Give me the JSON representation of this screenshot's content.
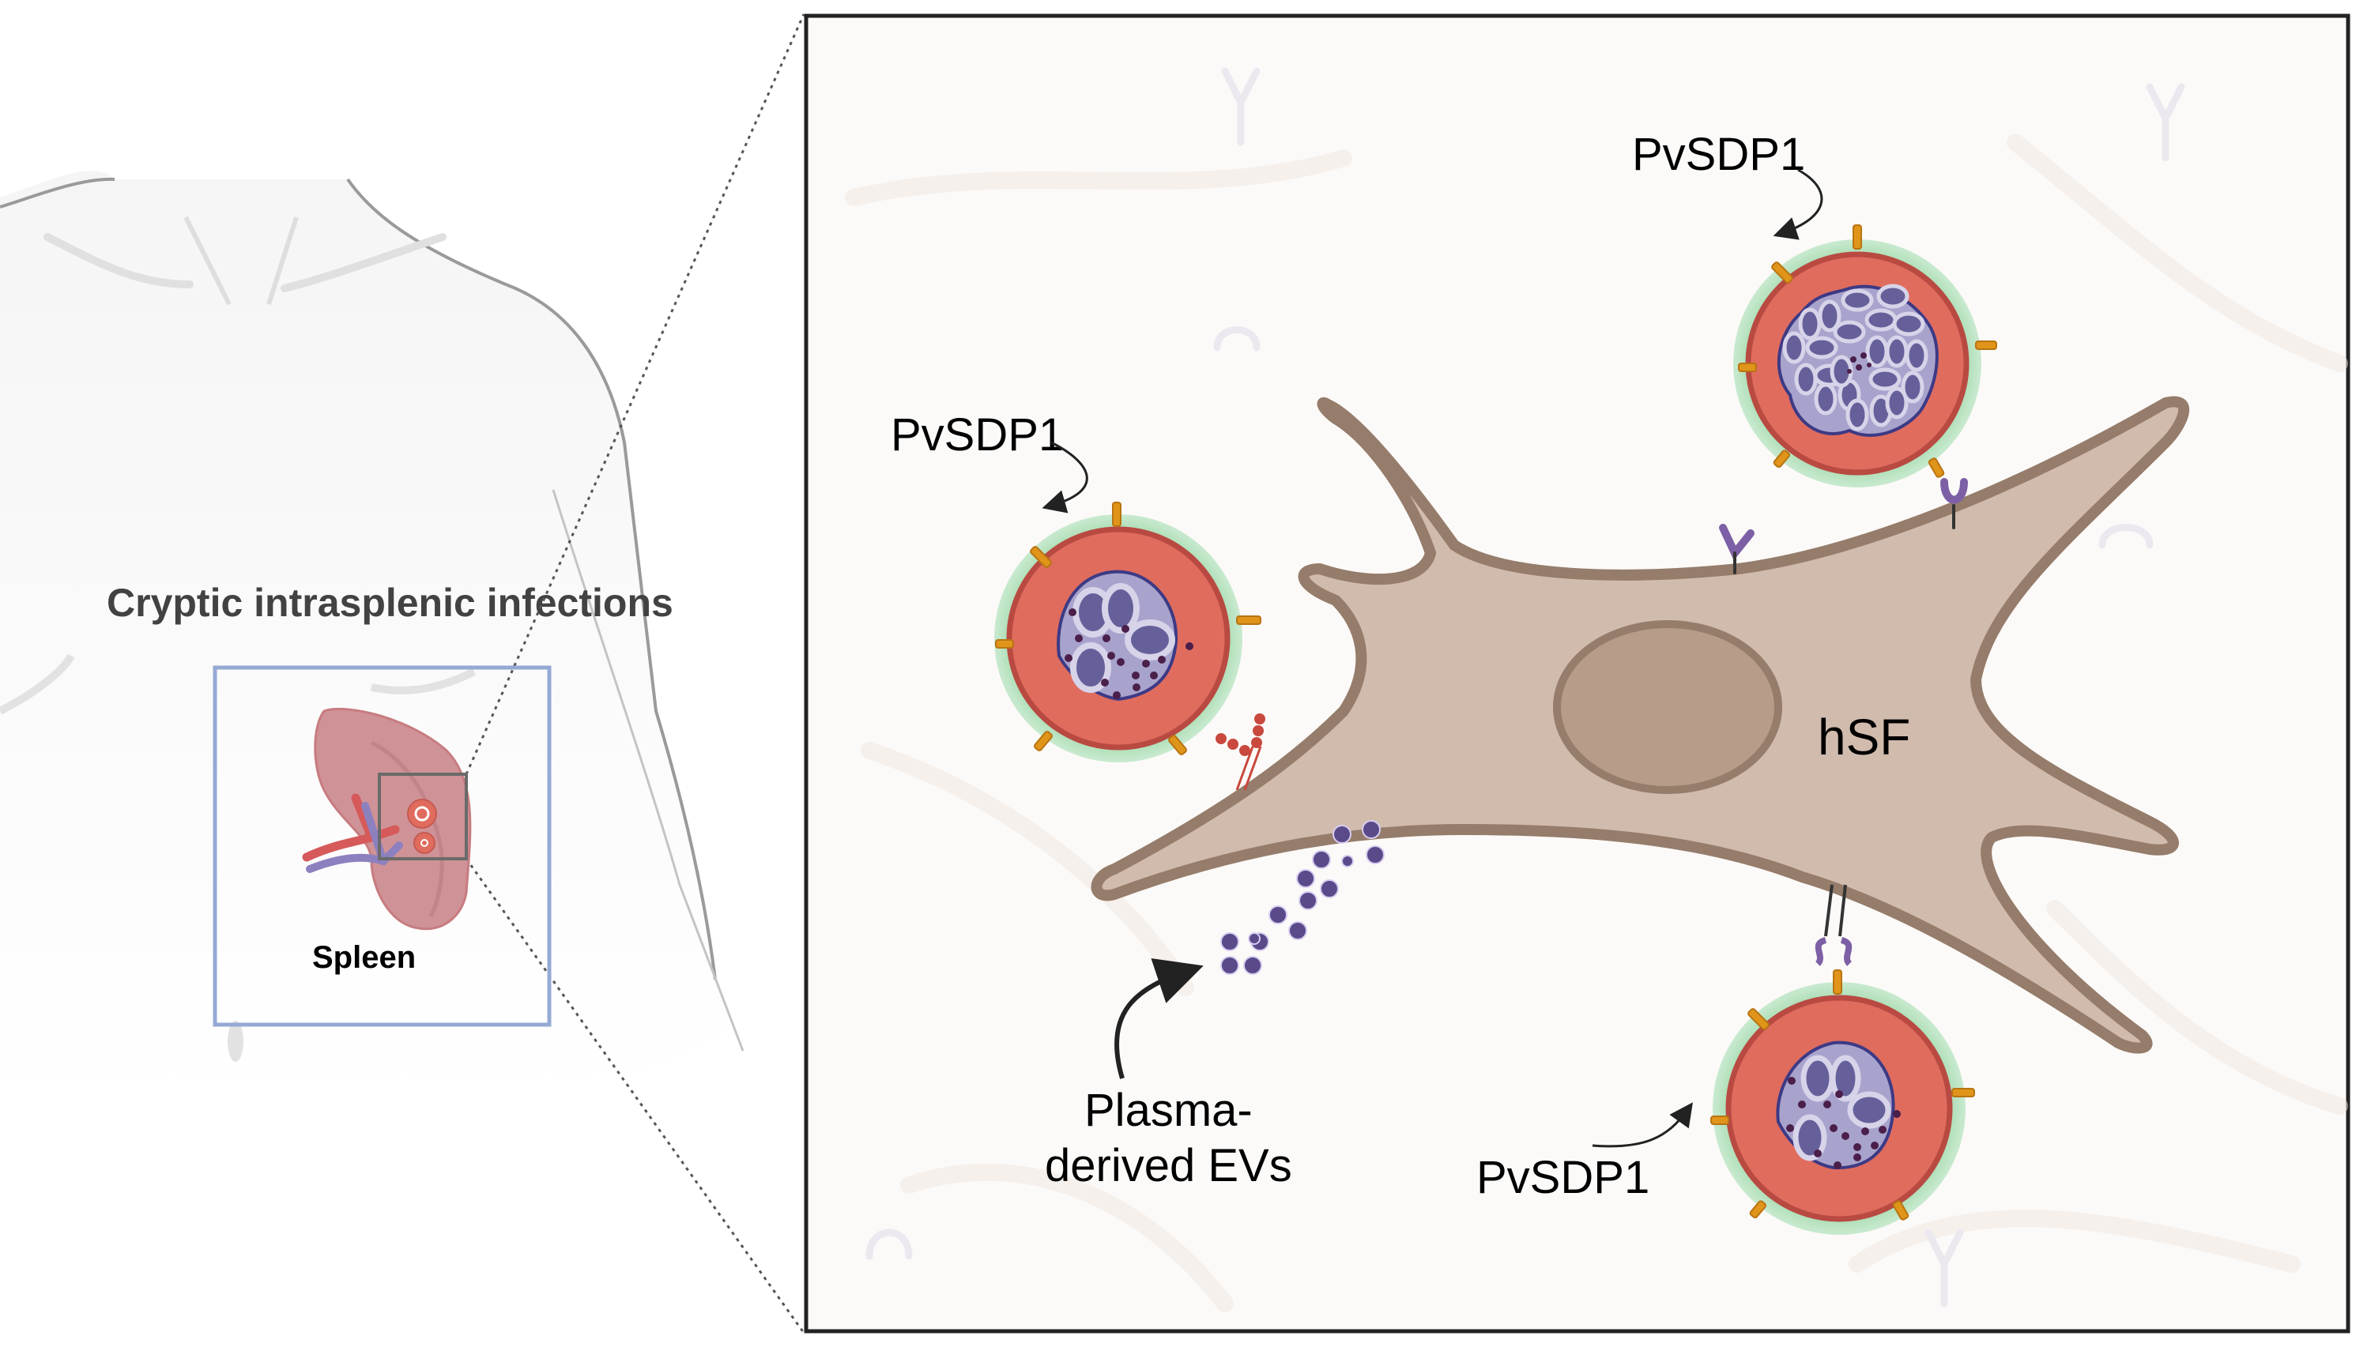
{
  "figure": {
    "left_panel": {
      "title": "Cryptic intrasplenic infections",
      "organ_label": "Spleen"
    },
    "zoom_panel": {
      "cell_label": "hSF",
      "ev_label_line1": "Plasma-",
      "ev_label_line2": "derived EVs",
      "infected_cells": [
        {
          "label": "PvSDP1",
          "stage": "trophozoite"
        },
        {
          "label": "PvSDP1",
          "stage": "schizont"
        },
        {
          "label": "PvSDP1",
          "stage": "trophozoite"
        }
      ]
    },
    "colors": {
      "rbc": "#e06c5e",
      "rbc_border": "#b84a42",
      "rbc_halo": "#a8dbb0",
      "parasite": "#a8a3cc",
      "parasite_border": "#3d3a85",
      "merozoite": "#66609a",
      "knob": "#e0941a",
      "fibroblast": "#d1bbad",
      "fibroblast_border": "#957c6b",
      "nucleus": "#b79c8a",
      "ev": "#5a4a8a",
      "spleen": "#cf9296",
      "inset_box": "#95a9d4"
    }
  }
}
